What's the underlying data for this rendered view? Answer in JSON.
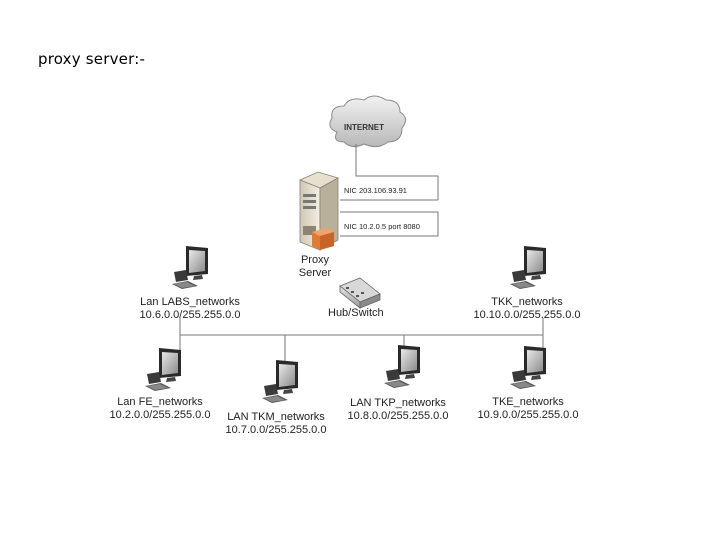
{
  "title": "proxy server:-",
  "internet": {
    "label": "INTERNET"
  },
  "proxy": {
    "nic_external": "NIC 203.106.93.91",
    "nic_internal": "NIC 10.2.0.5 port 8080",
    "label_line1": "Proxy",
    "label_line2": "Server"
  },
  "hub": {
    "label": "Hub/Switch"
  },
  "networks": [
    {
      "name": "Lan LABS_networks",
      "subnet": "10.6.0.0/255.255.0.0"
    },
    {
      "name": "TKK_networks",
      "subnet": "10.10.0.0/255.255.0.0"
    },
    {
      "name": "Lan FE_networks",
      "subnet": "10.2.0.0/255.255.0.0"
    },
    {
      "name": "LAN TKM_networks",
      "subnet": "10.7.0.0/255.255.0.0"
    },
    {
      "name": "LAN TKP_networks",
      "subnet": "10.8.0.0/255.255.0.0"
    },
    {
      "name": "TKE_networks",
      "subnet": "10.9.0.0/255.255.0.0"
    }
  ]
}
